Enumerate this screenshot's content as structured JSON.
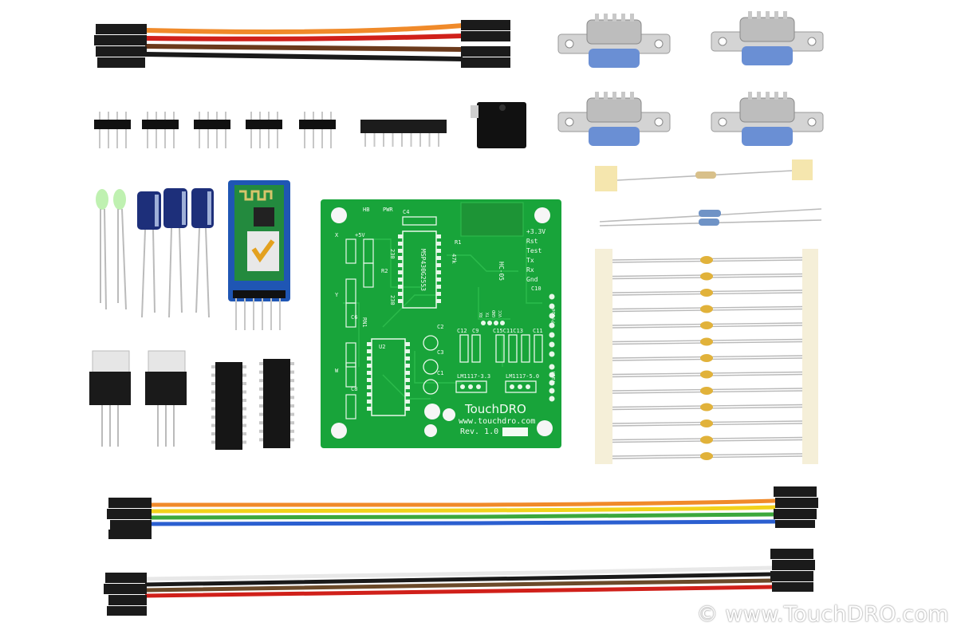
{
  "pcb": {
    "title": "TouchDRO",
    "url": "www.touchdro.com",
    "revision": "Rev. 1.0",
    "module_label": "HC-05",
    "pin_labels": [
      "+3.3V",
      "Rst",
      "Test",
      "Tx",
      "Rx",
      "Gnd"
    ],
    "silk": {
      "hb": "HB",
      "pwr": "PWR",
      "c4": "C4",
      "c10": "C10",
      "r1": "R1",
      "r47k": "47k",
      "plus5v": "+5V",
      "x": "X",
      "y": "Y",
      "w": "W",
      "r2": "R2",
      "r230a": "230",
      "r230b": "230",
      "rn1": "RN1",
      "c6": "C6",
      "c8": "C8",
      "u2": "U2",
      "c2": "C2",
      "c3": "C3",
      "c1": "C1",
      "c12": "C12",
      "c9": "C9",
      "c15c11c13": "C15C11C13",
      "c11": "C11",
      "mcu": "MSP430G2553",
      "reg33": "LM1117-3.3",
      "reg50": "LM1117-5.0",
      "tach": "Tach",
      "probe": "Probe",
      "rx": "RX",
      "tx": "TX",
      "gnd": "GND",
      "vcc": "VCC"
    }
  },
  "watermark": "© www.TouchDRO.com",
  "colors": {
    "background": "#ffffff",
    "pcb_green": "#18a43a",
    "trace_green": "#2fbe4e",
    "ribbon_top": [
      "#f08a2a",
      "#d0201a",
      "#6b3a1c",
      "#1a1a1a"
    ],
    "ribbon_rainbow": [
      "#f08a2a",
      "#f2d21b",
      "#3ca83c",
      "#2b5fd0"
    ],
    "ribbon_bottom": [
      "#f2f2f2",
      "#1a1a1a",
      "#6b4a2a",
      "#d0201a"
    ],
    "db9_blue": "#6a8fd4",
    "metal": "#c9c9c9"
  }
}
